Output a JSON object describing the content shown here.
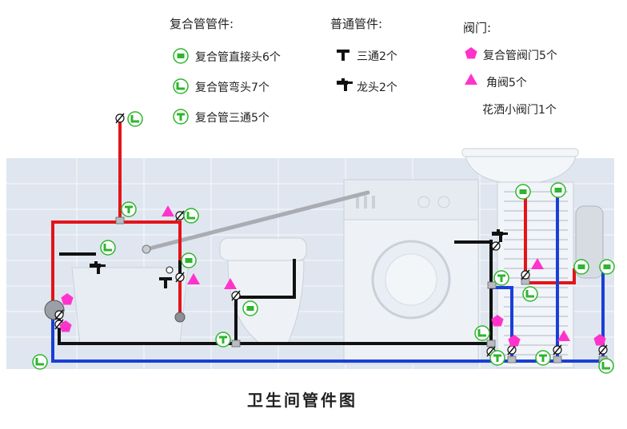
{
  "title": "卫生间管件图",
  "legend": {
    "composite": {
      "title": "复合管管件:",
      "items": [
        {
          "icon": "composite-straight-joint-icon",
          "label": "复合管直接头6个"
        },
        {
          "icon": "composite-elbow-icon",
          "label": "复合管弯头7个"
        },
        {
          "icon": "composite-tee-icon",
          "label": "复合管三通5个"
        }
      ]
    },
    "ordinary": {
      "title": "普通管件:",
      "items": [
        {
          "icon": "tee-icon",
          "label": "三通2个"
        },
        {
          "icon": "faucet-icon",
          "label": "龙头2个"
        }
      ]
    },
    "valves": {
      "title": "阀门:",
      "items": [
        {
          "icon": "pink-pentagon-valve-icon",
          "label": "复合管阀门5个"
        },
        {
          "icon": "pink-triangle-angle-valve-icon",
          "label": "角阀5个"
        },
        {
          "icon": "",
          "label": "花洒小阀门1个"
        }
      ]
    }
  },
  "colors": {
    "hot_pipe": "#e3141a",
    "cold_pipe": "#1a3fd6",
    "drain_pipe": "#111111",
    "fitting_green": "#2fb52f",
    "valve_pink": "#ff33cc",
    "background_wall": "#dfe6ef"
  }
}
